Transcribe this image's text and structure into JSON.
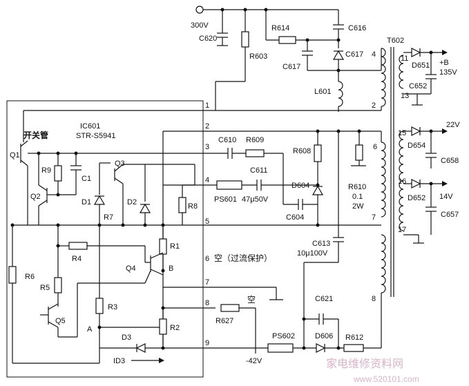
{
  "ic": {
    "designator": "IC601",
    "part": "STR-S5941",
    "switch_tube": "开关管"
  },
  "pins": [
    "1",
    "2",
    "3",
    "4",
    "5",
    "6",
    "7",
    "8",
    "9"
  ],
  "pin6_note": "空（过流保护）",
  "pin8_note": "空",
  "supply": {
    "input": "300V",
    "neg": "-42V",
    "id3": "ID3"
  },
  "internal": {
    "q1": "Q1",
    "q2": "Q2",
    "q3": "Q3",
    "q4": "Q4",
    "q5": "Q5",
    "r9": "R9",
    "c1": "C1",
    "d1": "D1",
    "d2": "D2",
    "r7": "R7",
    "r8": "R8",
    "r1": "R1",
    "r4": "R4",
    "r6": "R6",
    "r5": "R5",
    "r3": "R3",
    "r2": "R2",
    "d3": "D3",
    "node_a": "A",
    "node_b": "B"
  },
  "external": {
    "c620": "C620",
    "r603": "R603",
    "r614": "R614",
    "c616": "C616",
    "c617a": "C617",
    "c617b": "C617",
    "l601": "L601",
    "c610": "C610",
    "r609": "R609",
    "r608": "R608",
    "c611": "C611",
    "c611_val": "47μ50V",
    "ps601": "PS601",
    "d604": "D604",
    "c604": "C604",
    "r610": "R610",
    "r610_val1": "0.1",
    "r610_val2": "2W",
    "c613": "C613",
    "c613_val": "10μ100V",
    "c621": "C621",
    "r627": "R627",
    "ps602": "PS602",
    "d606": "D606",
    "r612": "R612"
  },
  "transformer": {
    "name": "T602",
    "pins": [
      "4",
      "2",
      "6",
      "7",
      "8",
      "11",
      "13",
      "15",
      "16",
      "17"
    ]
  },
  "outputs": [
    {
      "diode": "D651",
      "cap": "C652",
      "label": "+B",
      "voltage": "135V"
    },
    {
      "diode": "D654",
      "cap": "C658",
      "label": "",
      "voltage": "22V"
    },
    {
      "diode": "D652",
      "cap": "C657",
      "label": "",
      "voltage": "14V"
    }
  ],
  "watermark": {
    "text": "家电维修资料网",
    "url": "www.520101.com"
  }
}
